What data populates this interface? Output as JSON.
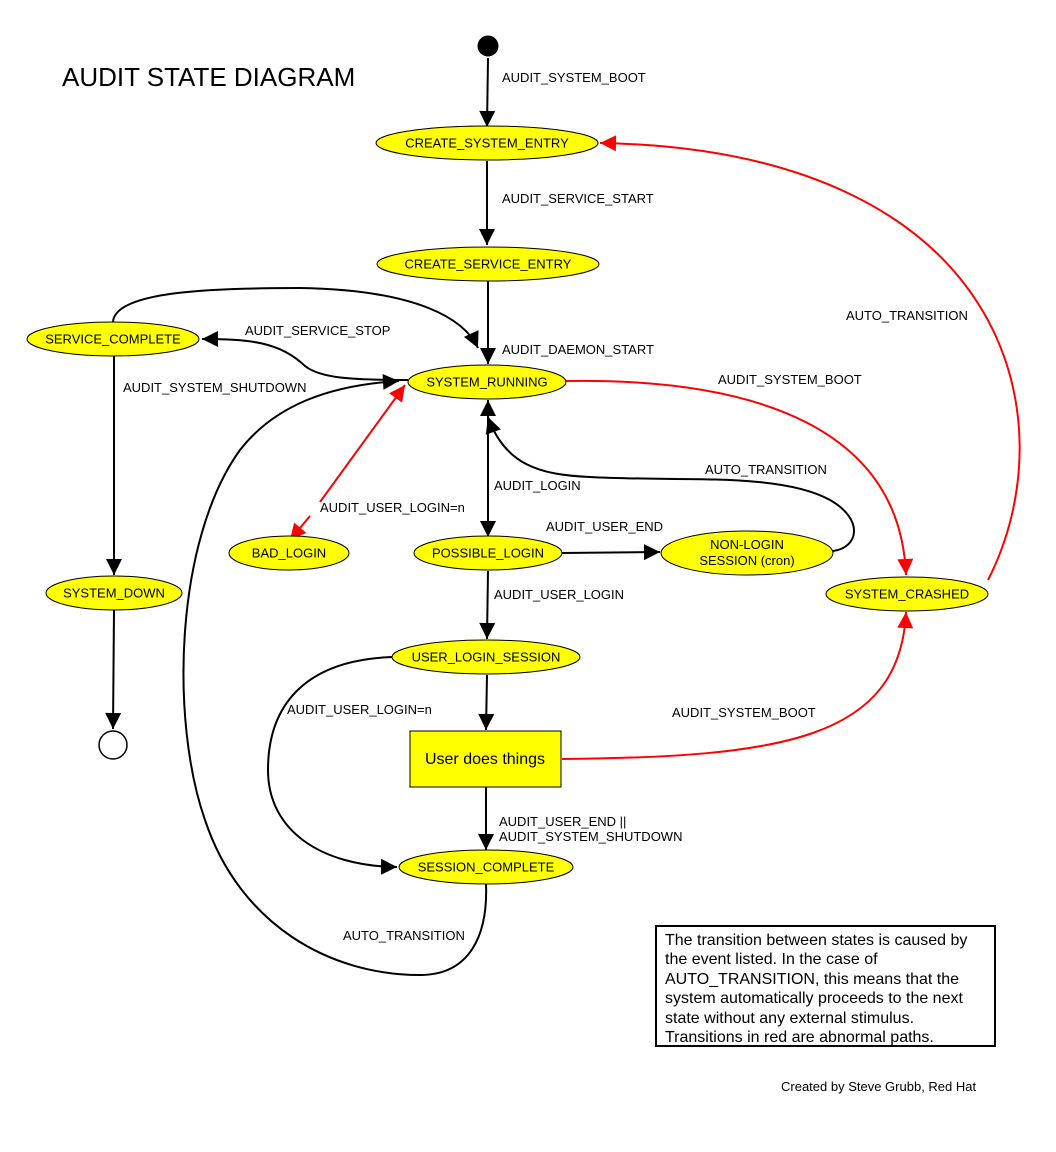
{
  "title": "AUDIT STATE DIAGRAM",
  "colors": {
    "node_fill": "#ffff00",
    "normal_edge": "#000000",
    "abnormal_edge": "#ff0000"
  },
  "nodes": {
    "create_system_entry": "CREATE_SYSTEM_ENTRY",
    "create_service_entry": "CREATE_SERVICE_ENTRY",
    "service_complete": "SERVICE_COMPLETE",
    "system_running": "SYSTEM_RUNNING",
    "system_down": "SYSTEM_DOWN",
    "bad_login": "BAD_LOGIN",
    "possible_login": "POSSIBLE_LOGIN",
    "non_login_session_line1": "NON-LOGIN",
    "non_login_session_line2": "SESSION (cron)",
    "system_crashed": "SYSTEM_CRASHED",
    "user_login_session": "USER_LOGIN_SESSION",
    "user_does_things": "User does things",
    "session_complete": "SESSION_COMPLETE"
  },
  "edges": {
    "start_to_create_system": "AUDIT_SYSTEM_BOOT",
    "create_system_to_service": "AUDIT_SERVICE_START",
    "create_service_to_running": "AUDIT_DAEMON_START",
    "running_to_service_complete": "AUDIT_SERVICE_STOP",
    "service_complete_to_down": "AUDIT_SYSTEM_SHUTDOWN",
    "running_to_crashed": "AUDIT_SYSTEM_BOOT",
    "crashed_to_create_system": "AUTO_TRANSITION",
    "non_login_to_running": "AUTO_TRANSITION",
    "running_to_possible_login": "AUDIT_LOGIN",
    "running_bad_login": "AUDIT_USER_LOGIN=n",
    "possible_to_non_login": "AUDIT_USER_END",
    "possible_to_user_login": "AUDIT_USER_LOGIN",
    "user_login_to_session_complete": "AUDIT_USER_LOGIN=n",
    "user_things_to_crashed": "AUDIT_SYSTEM_BOOT",
    "user_things_to_session_complete_line1": "AUDIT_USER_END ||",
    "user_things_to_session_complete_line2": "AUDIT_SYSTEM_SHUTDOWN",
    "session_complete_to_running": "AUTO_TRANSITION"
  },
  "note": "The transition between states is caused by the event listed. In the case of AUTO_TRANSITION, this means that the system automatically proceeds to the next state without any external stimulus. Transitions in red are abnormal paths.",
  "credit": "Created by Steve Grubb, Red Hat"
}
